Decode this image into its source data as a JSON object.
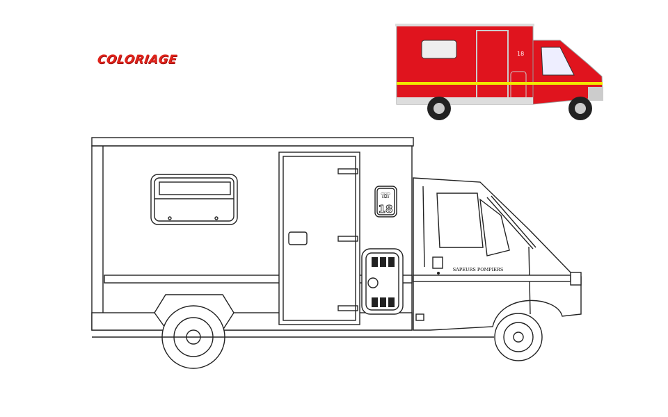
{
  "title": "COLORIAGE",
  "truck": {
    "emergency_number": "18",
    "door_lettering": "SAPEURS POMPIERS"
  },
  "colors": {
    "body_red": "#e0141e",
    "stripe_yellow": "#f2e600",
    "title_red": "#e0241b"
  }
}
